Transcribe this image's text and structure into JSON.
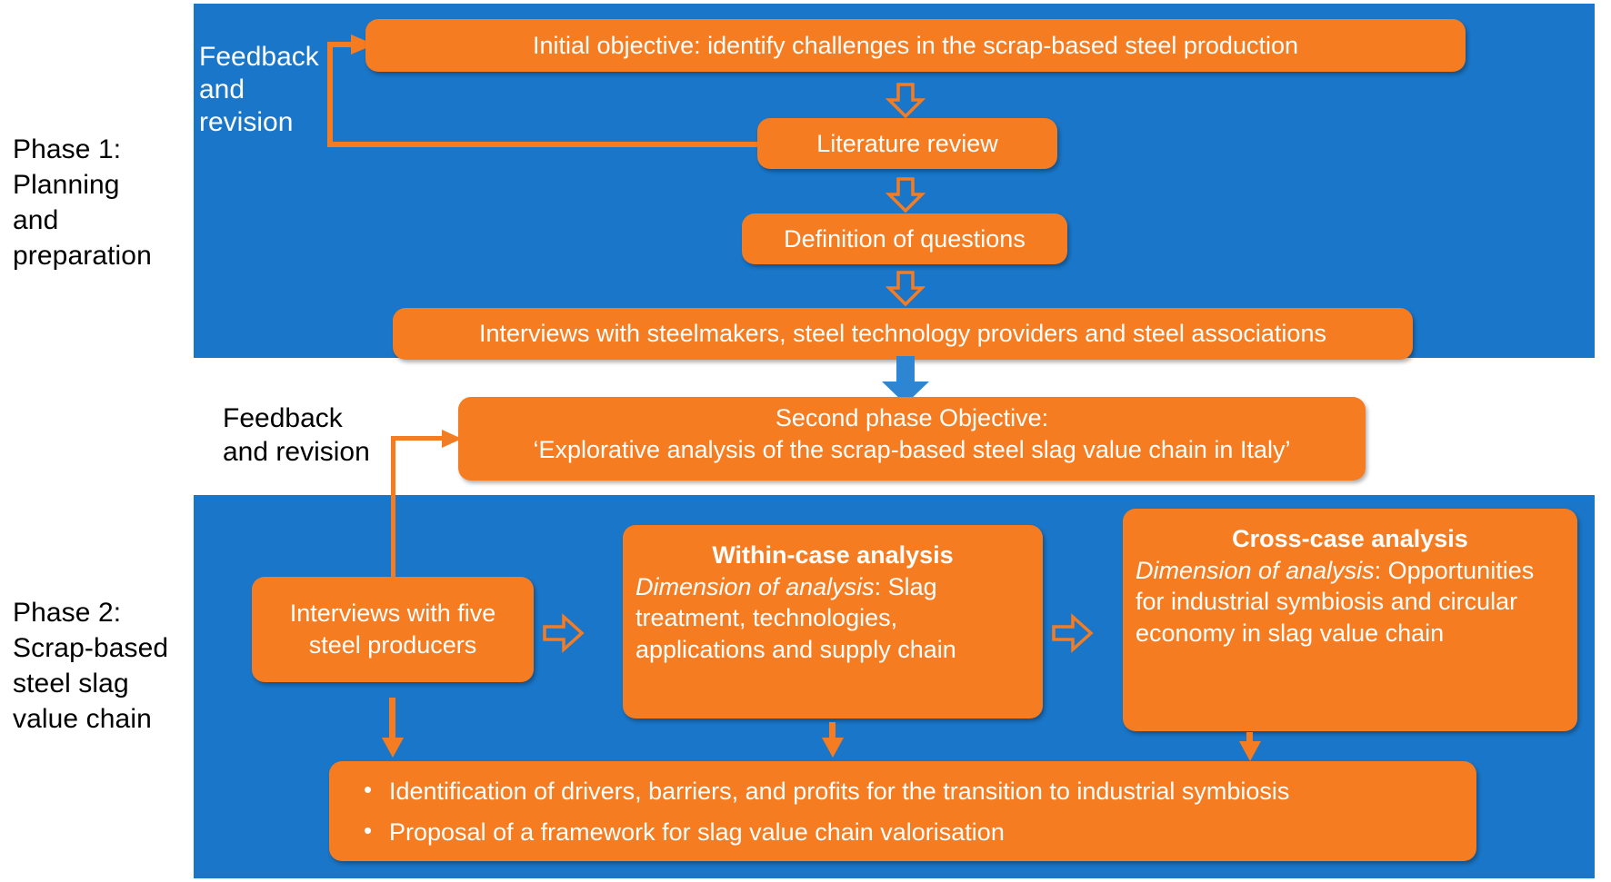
{
  "figure": {
    "title": "Research methodology two-phase flow diagram",
    "colors": {
      "panel_blue": "#1A76C8",
      "box_orange": "#F57C20",
      "arrow_orange": "#F57C20",
      "arrow_blue": "#2E86D3",
      "box_text": "#FFFFFF",
      "label_text": "#000000"
    }
  },
  "phases": [
    {
      "id": "phase1",
      "label": "Phase 1:\nPlanning\nand\npreparation"
    },
    {
      "id": "phase2",
      "label": "Phase 2:\nScrap-based\nsteel slag\nvalue chain"
    }
  ],
  "phase1": {
    "feedback_label": "Feedback\nand\nrevision",
    "boxes": {
      "initial_objective": "Initial objective: identify challenges in the scrap-based steel production",
      "literature_review": "Literature review",
      "definition_of_questions": "Definition of questions",
      "interviews": "Interviews with steelmakers, steel technology providers and steel associations"
    }
  },
  "bridge": {
    "second_phase_objective_line1": "Second phase Objective:",
    "second_phase_objective_line2": "‘Explorative analysis of the scrap-based steel slag value chain in Italy’"
  },
  "phase2": {
    "feedback_label": "Feedback\nand revision",
    "boxes": {
      "interviews_five_producers": "Interviews with five steel producers",
      "within_case": {
        "title": "Within-case analysis",
        "dimension_label": "Dimension of analysis",
        "dimension_text": ": Slag treatment, technologies, applications and supply chain"
      },
      "cross_case": {
        "title": "Cross-case analysis",
        "dimension_label": "Dimension of analysis",
        "dimension_text": ": Opportunities for industrial symbiosis and circular economy in slag value chain"
      },
      "outcomes": [
        "Identification of drivers, barriers, and profits for the transition to industrial symbiosis",
        "Proposal of a framework for slag value chain valorisation"
      ]
    }
  }
}
